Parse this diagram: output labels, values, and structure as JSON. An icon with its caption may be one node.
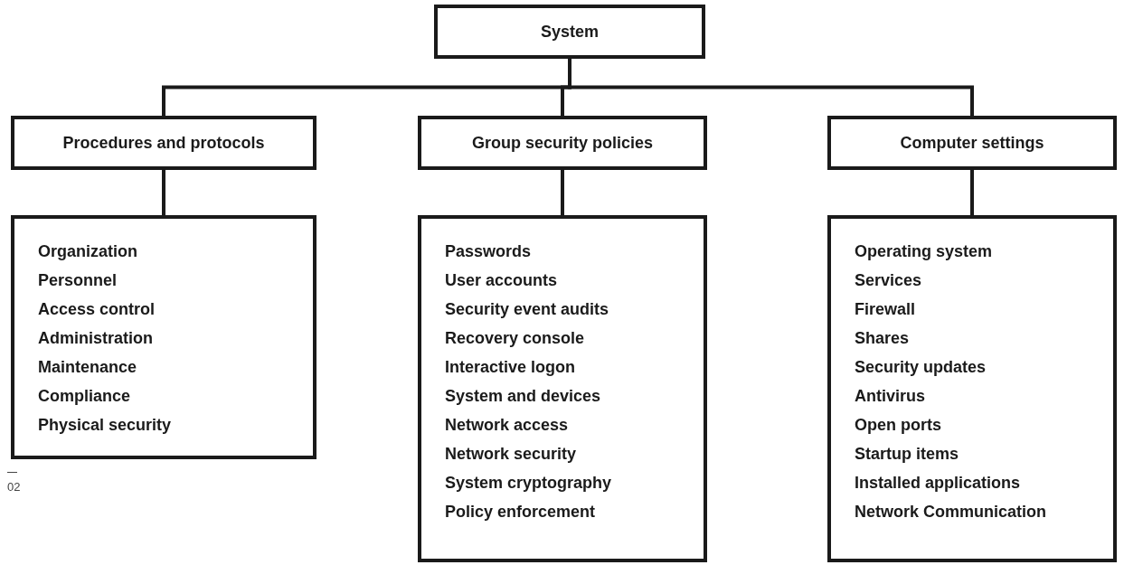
{
  "diagram": {
    "nodes": [
      {
        "text": [
          "System"
        ]
      },
      {
        "text": [
          "Procedures and protocols"
        ]
      },
      {
        "text": [
          "Group security policies"
        ]
      },
      {
        "text": [
          "Computer settings"
        ]
      },
      {
        "text": [
          "Organization",
          "Personnel",
          "Access control",
          "Administration",
          "Maintenance",
          "Compliance",
          "Physical security"
        ]
      },
      {
        "text": [
          "Passwords",
          "User accounts",
          "Security event audits",
          "Recovery console",
          "Interactive logon",
          "System and devices",
          "Network access",
          "Network security",
          "System cryptography",
          "Policy enforcement"
        ]
      },
      {
        "text": [
          "Operating system",
          "Services",
          "Firewall",
          "Shares",
          "Security updates",
          "Antivirus",
          "Open ports",
          "Startup items",
          "Installed applications",
          "Network Communication"
        ]
      }
    ],
    "edges": [
      {
        "from": 0,
        "to": 1,
        "arrow": "none"
      },
      {
        "from": 0,
        "to": 2,
        "arrow": "none"
      },
      {
        "from": 0,
        "to": 3,
        "arrow": "none"
      },
      {
        "from": 1,
        "to": 4,
        "arrow": "none"
      },
      {
        "from": 2,
        "to": 5,
        "arrow": "none"
      },
      {
        "from": 3,
        "to": 6,
        "arrow": "none"
      }
    ],
    "labels": [
      "02"
    ]
  }
}
